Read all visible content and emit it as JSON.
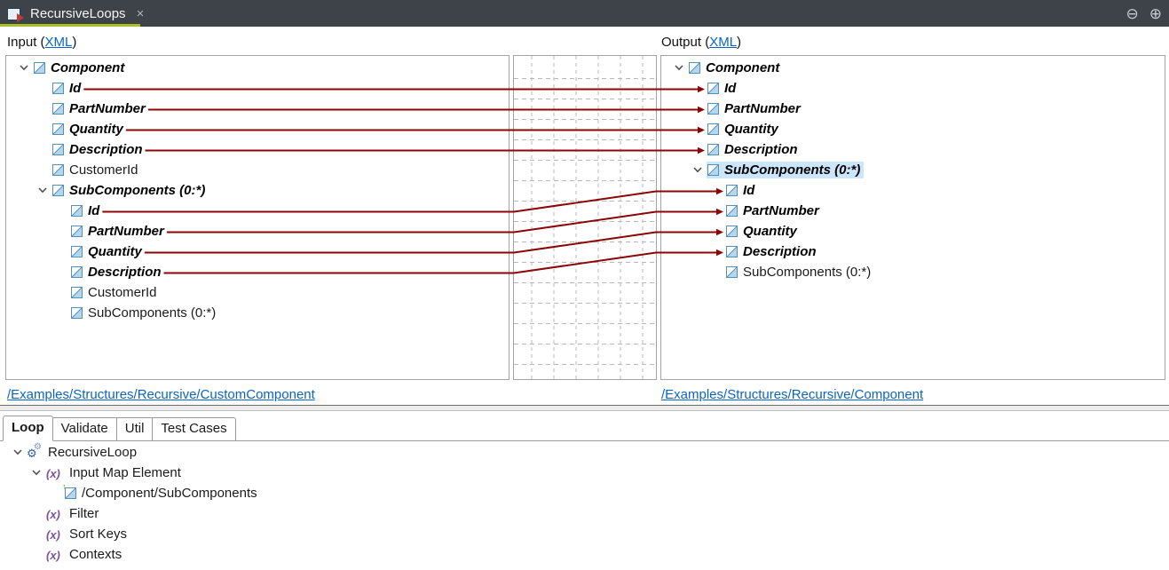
{
  "titlebar": {
    "tab_title": "RecursiveLoops",
    "close_glyph": "×",
    "zoom_out_glyph": "⊖",
    "zoom_in_glyph": "⊕"
  },
  "colors": {
    "accent_green": "#a8bf28",
    "titlebar_bg": "#3d4348",
    "line_red": "#8b0505",
    "link_blue": "#0a64c5",
    "grid_gray": "#b8b8b8",
    "highlight_blue": "#cbe6fa"
  },
  "input_panel": {
    "header_prefix": "Input (",
    "header_link": "XML",
    "header_suffix": ")",
    "path_link": "/Examples/Structures/Recursive/CustomComponent",
    "rows": [
      {
        "label": "Component",
        "depth": 0,
        "expanded": true,
        "mapped": true,
        "icon": "element-icon"
      },
      {
        "label": "Id",
        "depth": 1,
        "expanded": false,
        "mapped": true,
        "icon": "element-icon"
      },
      {
        "label": "PartNumber",
        "depth": 1,
        "expanded": false,
        "mapped": true,
        "icon": "element-icon"
      },
      {
        "label": "Quantity",
        "depth": 1,
        "expanded": false,
        "mapped": true,
        "icon": "element-icon"
      },
      {
        "label": "Description",
        "depth": 1,
        "expanded": false,
        "mapped": true,
        "icon": "element-icon"
      },
      {
        "label": "CustomerId",
        "depth": 1,
        "expanded": false,
        "mapped": false,
        "icon": "element-icon"
      },
      {
        "label": "SubComponents (0:*)",
        "depth": 1,
        "expanded": true,
        "mapped": true,
        "icon": "element-icon"
      },
      {
        "label": "Id",
        "depth": 2,
        "expanded": false,
        "mapped": true,
        "icon": "element-icon"
      },
      {
        "label": "PartNumber",
        "depth": 2,
        "expanded": false,
        "mapped": true,
        "icon": "element-icon"
      },
      {
        "label": "Quantity",
        "depth": 2,
        "expanded": false,
        "mapped": true,
        "icon": "element-icon"
      },
      {
        "label": "Description",
        "depth": 2,
        "expanded": false,
        "mapped": true,
        "icon": "element-icon"
      },
      {
        "label": "CustomerId",
        "depth": 2,
        "expanded": false,
        "mapped": false,
        "icon": "element-icon"
      },
      {
        "label": "SubComponents (0:*)",
        "depth": 2,
        "expanded": false,
        "mapped": false,
        "icon": "element-icon"
      }
    ]
  },
  "output_panel": {
    "header_prefix": "Output (",
    "header_link": "XML",
    "header_suffix": ")",
    "path_link": "/Examples/Structures/Recursive/Component",
    "rows": [
      {
        "label": "Component",
        "depth": 0,
        "expanded": true,
        "mapped": true,
        "icon": "element-icon"
      },
      {
        "label": "Id",
        "depth": 1,
        "expanded": false,
        "mapped": true,
        "icon": "element-icon"
      },
      {
        "label": "PartNumber",
        "depth": 1,
        "expanded": false,
        "mapped": true,
        "icon": "element-icon"
      },
      {
        "label": "Quantity",
        "depth": 1,
        "expanded": false,
        "mapped": true,
        "icon": "element-icon"
      },
      {
        "label": "Description",
        "depth": 1,
        "expanded": false,
        "mapped": true,
        "icon": "element-icon"
      },
      {
        "label": "SubComponents (0:*)",
        "depth": 1,
        "expanded": true,
        "mapped": true,
        "icon": "element-icon",
        "highlighted": true
      },
      {
        "label": "Id",
        "depth": 2,
        "expanded": false,
        "mapped": true,
        "icon": "element-icon"
      },
      {
        "label": "PartNumber",
        "depth": 2,
        "expanded": false,
        "mapped": true,
        "icon": "element-icon"
      },
      {
        "label": "Quantity",
        "depth": 2,
        "expanded": false,
        "mapped": true,
        "icon": "element-icon"
      },
      {
        "label": "Description",
        "depth": 2,
        "expanded": false,
        "mapped": true,
        "icon": "element-icon"
      },
      {
        "label": "SubComponents (0:*)",
        "depth": 2,
        "expanded": false,
        "mapped": false,
        "icon": "element-icon"
      }
    ]
  },
  "connections": [
    {
      "from": 1,
      "to": 1
    },
    {
      "from": 2,
      "to": 2
    },
    {
      "from": 3,
      "to": 3
    },
    {
      "from": 4,
      "to": 4
    },
    {
      "from": 7,
      "to": 6
    },
    {
      "from": 8,
      "to": 7
    },
    {
      "from": 9,
      "to": 8
    },
    {
      "from": 10,
      "to": 9
    }
  ],
  "bottom_panel": {
    "tabs": [
      {
        "label": "Loop",
        "active": true
      },
      {
        "label": "Validate",
        "active": false
      },
      {
        "label": "Util",
        "active": false
      },
      {
        "label": "Test Cases",
        "active": false
      }
    ],
    "rows": [
      {
        "label": "RecursiveLoop",
        "depth": 0,
        "expanded": true,
        "icon": "gears-icon"
      },
      {
        "label": "Input Map Element",
        "depth": 1,
        "expanded": true,
        "icon": "fx-icon"
      },
      {
        "label": "/Component/SubComponents",
        "depth": 2,
        "expanded": false,
        "icon": "element-input-icon"
      },
      {
        "label": "Filter",
        "depth": 1,
        "expanded": false,
        "icon": "fx-icon"
      },
      {
        "label": "Sort Keys",
        "depth": 1,
        "expanded": false,
        "icon": "fx-icon"
      },
      {
        "label": "Contexts",
        "depth": 1,
        "expanded": false,
        "icon": "fx-icon"
      }
    ]
  }
}
